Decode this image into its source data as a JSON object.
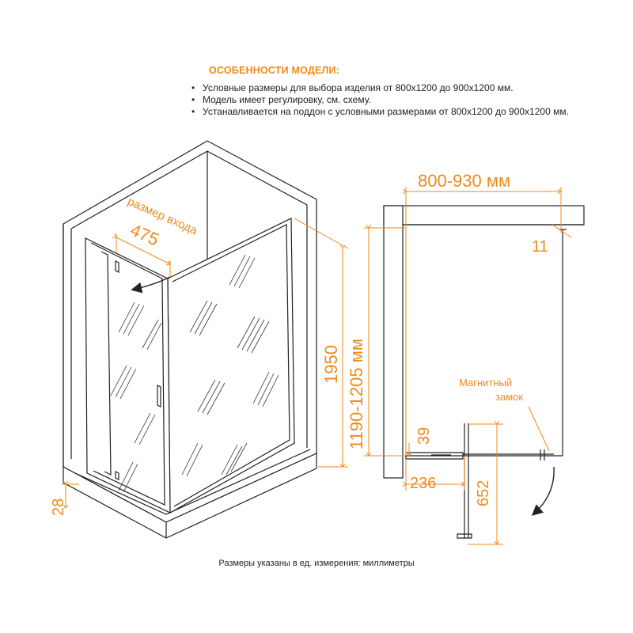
{
  "features": {
    "title": "ОСОБЕННОСТИ МОДЕЛИ:",
    "items": [
      "Условные размеры для выбора изделия от 800х1200 до 900х1200 мм.",
      "Модель имеет регулировку,  см.  схему.",
      "Устанавливается на поддон с условными размерами от 800х1200 до 900х1200 мм."
    ]
  },
  "perspective": {
    "entrance_label": "размер входа",
    "entrance_width": "475",
    "height": "1950",
    "base_height": "28"
  },
  "plan": {
    "width_range": "800-930 мм",
    "depth_range": "1190-1205 мм",
    "gap": "11",
    "offset_small": "39",
    "hinge_offset": "236",
    "door_width": "652",
    "magnet_label_line1": "Магнитный",
    "magnet_label_line2": "замок"
  },
  "footnote": "Размеры указаны в ед. измерения: миллиметры",
  "colors": {
    "accent": "#f08a1c",
    "line": "#222222"
  }
}
